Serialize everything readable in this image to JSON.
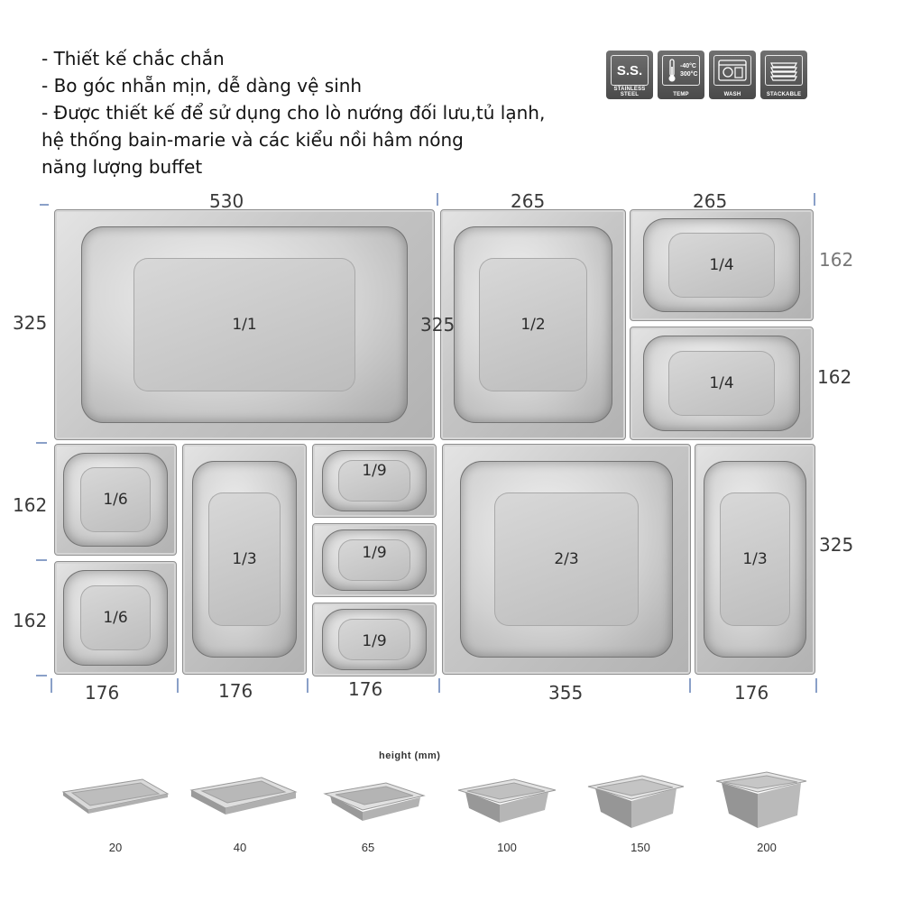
{
  "features": [
    "- Thiết kế chắc chắn",
    "- Bo góc nhẵn mịn, dễ dàng vệ sinh",
    "- Được thiết kế để sử dụng cho lò nướng đối lưu,tủ lạnh,",
    "hệ thống bain-marie và các kiểu nồi hâm nóng",
    "năng lượng buffet"
  ],
  "badges": {
    "ss": {
      "symbol": "S.S.",
      "label": "STAINLESS STEEL",
      "icon": "stainless-steel-icon"
    },
    "temp": {
      "line1": "-40°C",
      "line2": "300°C",
      "label": "TEMP",
      "icon": "thermometer-icon"
    },
    "wash": {
      "label": "WASH",
      "icon": "dishwasher-icon"
    },
    "stack": {
      "label": "STACKABLE",
      "icon": "stackable-icon"
    }
  },
  "pans": {
    "full": "1/1",
    "half": "1/2",
    "quarter_top": "1/4",
    "quarter_bottom": "1/4",
    "sixth_top": "1/6",
    "sixth_bottom": "1/6",
    "third_left": "1/3",
    "ninth_top": "1/9",
    "ninth_mid": "1/9",
    "ninth_bottom": "1/9",
    "two_thirds": "2/3",
    "third_right": "1/3"
  },
  "dimensions": {
    "top_530": "530",
    "top_265_a": "265",
    "top_265_b": "265",
    "left_325": "325",
    "mid_325": "325",
    "right_162_a": "162",
    "right_162_b": "162",
    "left_162_a": "162",
    "left_162_b": "162",
    "right_325": "325",
    "bottom_176_a": "176",
    "bottom_176_b": "176",
    "bottom_176_c": "176",
    "bottom_355": "355",
    "bottom_176_d": "176"
  },
  "heights": {
    "title": "height (mm)",
    "values": [
      "20",
      "40",
      "65",
      "100",
      "150",
      "200"
    ]
  }
}
